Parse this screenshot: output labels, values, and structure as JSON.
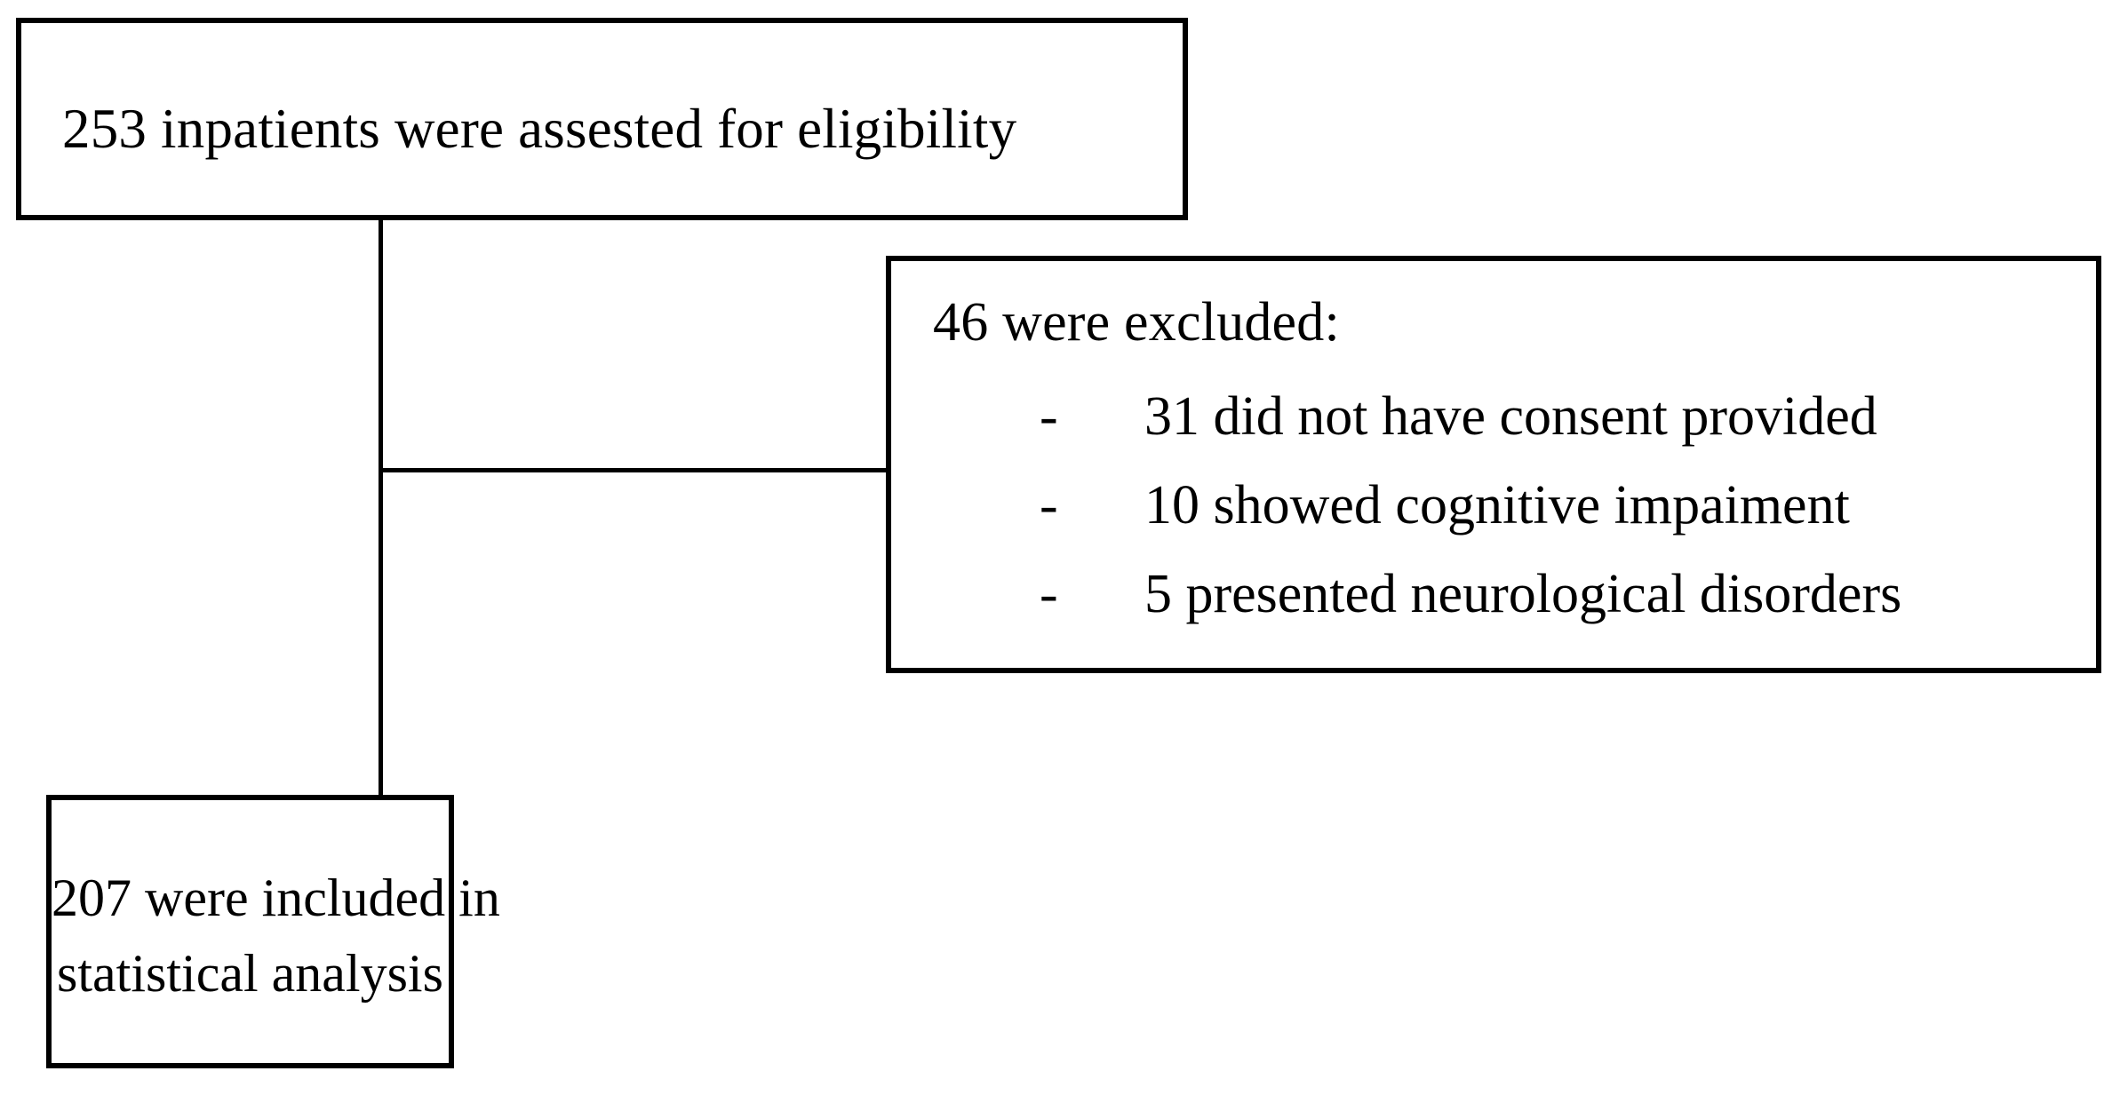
{
  "diagram": {
    "type": "flowchart",
    "title": "participant-flow-diagram",
    "colors": {
      "border": "#000000",
      "background": "#ffffff",
      "text": "#000000",
      "connector": "#000000"
    },
    "nodes": {
      "assessed": {
        "id": "assessed",
        "text": "253 inpatients were assested for eligibility",
        "count": 253
      },
      "excluded": {
        "id": "excluded",
        "heading": "46 were excluded:",
        "count": 46,
        "bullet_marker": "-",
        "reasons": [
          {
            "marker": "-",
            "label": "31 did not have consent provided",
            "count": 31
          },
          {
            "marker": "-",
            "label": "10 showed cognitive impaiment",
            "count": 10
          },
          {
            "marker": "-",
            "label": "5 presented neurological disorders",
            "count": 5
          }
        ]
      },
      "included": {
        "id": "included",
        "line1": "207 were included in",
        "line2": "statistical analysis",
        "count": 207
      }
    },
    "connectors": [
      {
        "id": "assessed-to-included",
        "orientation": "vertical"
      },
      {
        "id": "assessed-to-excluded",
        "orientation": "horizontal"
      }
    ]
  }
}
